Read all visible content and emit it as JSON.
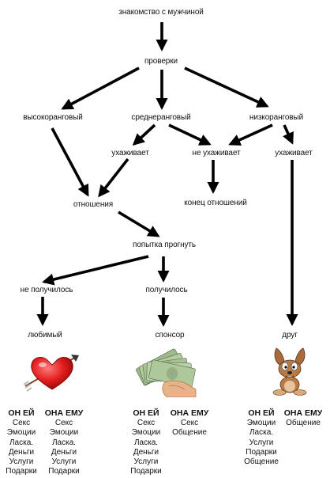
{
  "nodes": {
    "start": "знакомство с мужчиной",
    "checks": "проверки",
    "high": "высокоранговый",
    "mid": "среднеранговый",
    "low": "низкоранговый",
    "mid_courts": "ухаживает",
    "not_courts": "не ухаживает",
    "low_courts": "ухаживает",
    "relationship": "отношения",
    "end": "конец отношений",
    "bend_attempt": "попытка прогнуть",
    "fail": "не получилось",
    "success": "получилось",
    "beloved": "любимый",
    "sponsor": "спонсор",
    "friend": "друг"
  },
  "icons": [
    "heart-with-arrow-icon",
    "money-in-hand-icon",
    "cartoon-dog-icon"
  ],
  "columns": {
    "beloved_she": {
      "title": "ОН ЕЙ",
      "items": [
        "Секс",
        "Эмоции",
        "Ласка.",
        "Деньги",
        "Услуги",
        "Подарки"
      ]
    },
    "beloved_he": {
      "title": "ОНА ЕМУ",
      "items": [
        "Секс",
        "Эмоции",
        "Ласка.",
        "Деньги",
        "Услуги",
        "Подарки"
      ]
    },
    "sponsor_she": {
      "title": "ОН ЕЙ",
      "items": [
        "Секс",
        "Эмоции",
        "Ласка.",
        "Деньги",
        "Услуги",
        "Подарки"
      ]
    },
    "sponsor_he": {
      "title": "ОНА ЕМУ",
      "items": [
        "Секс",
        "Общение"
      ]
    },
    "friend_she": {
      "title": "ОН ЕЙ",
      "items": [
        "Эмоции",
        "Ласка.",
        "Услуги",
        "Подарки",
        "Общение"
      ]
    },
    "friend_he": {
      "title": "ОНА ЕМУ",
      "items": [
        "Общение"
      ]
    }
  }
}
